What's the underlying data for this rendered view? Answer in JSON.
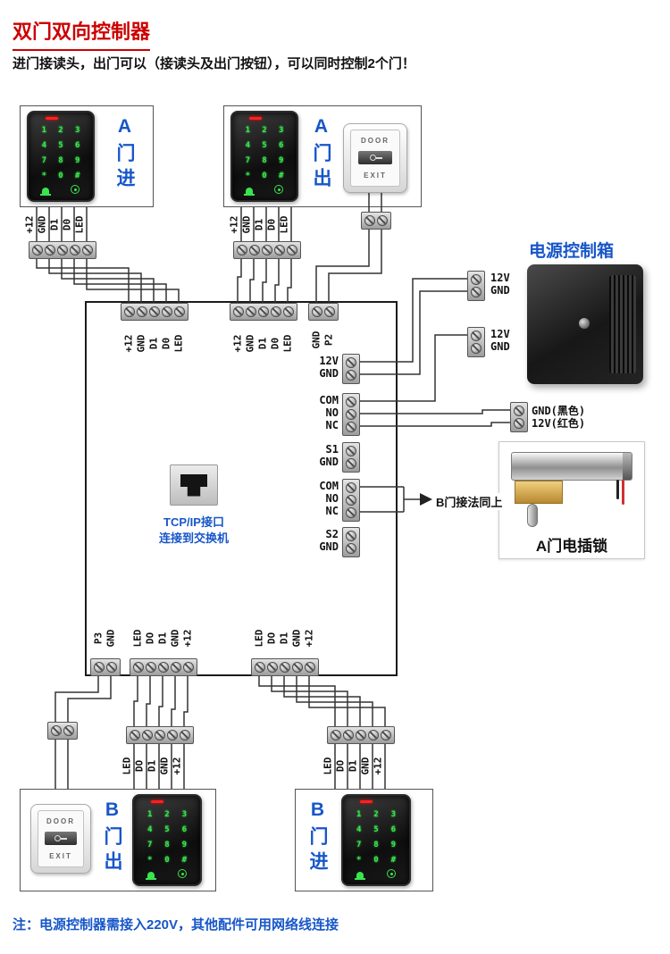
{
  "page": {
    "title": "双门双向控制器",
    "subtitle": "进门接读头，出门可以（接读头及出门按钮），可以同时控制2个门！",
    "note": "注：电源控制器需接入220V，其他配件可用网络线连接"
  },
  "boxes": {
    "a_in": "A门进",
    "a_out": "A门出",
    "b_out": "B门出",
    "b_in": "B门进"
  },
  "keypad": {
    "digits": [
      "1",
      "2",
      "3",
      "4",
      "5",
      "6",
      "7",
      "8",
      "9",
      "*",
      "0",
      "#"
    ]
  },
  "door_button": {
    "door": "DOOR",
    "exit": "EXIT"
  },
  "labels": {
    "reader5": [
      "+12",
      "GND",
      "D1",
      "D0",
      "LED"
    ],
    "bottom5": [
      "LED",
      "DO",
      "D1",
      "GND",
      "+12"
    ],
    "p2pair": [
      "GND",
      "P2"
    ],
    "p3pair": [
      "P3",
      "GND"
    ],
    "right_g1": [
      "12V",
      "GND"
    ],
    "right_g2": [
      "COM",
      "NO",
      "NC"
    ],
    "right_g3": [
      "S1",
      "GND"
    ],
    "right_g4": [
      "COM",
      "NO",
      "NC"
    ],
    "right_g5": [
      "S2",
      "GND"
    ],
    "psu_pair": [
      "12V",
      "GND"
    ],
    "lock_pair": [
      "GND(黑色)",
      "12V(红色)"
    ]
  },
  "tcp": {
    "line1": "TCP/IP接口",
    "line2": "连接到交换机"
  },
  "power": {
    "label": "电源控制箱"
  },
  "lock": {
    "label": "A门电插锁"
  },
  "branch": {
    "label": "B门接法同上"
  },
  "colors": {
    "accent_blue": "#1756c8",
    "title_red": "#cc0000",
    "wire": "#333333",
    "key_green": "#39e54d"
  }
}
